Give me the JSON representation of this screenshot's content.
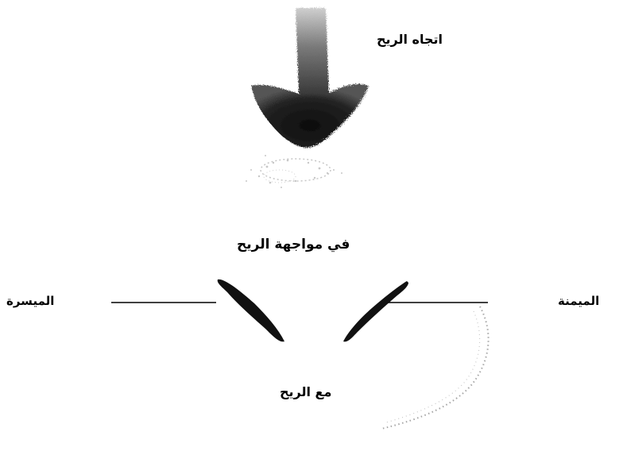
{
  "labels": {
    "wind_direction": "اتجاه الريح",
    "facing_wind": "في مواجهة الريح",
    "left_side": "الميسرة",
    "right_side": "الميمنة",
    "with_wind": "مع الريح"
  },
  "colors": {
    "ink": "#000000",
    "arrow_dark": "#1a1a1a",
    "arrow_mid": "#555555",
    "dust": "#9a9a9a",
    "background": "#ffffff"
  }
}
